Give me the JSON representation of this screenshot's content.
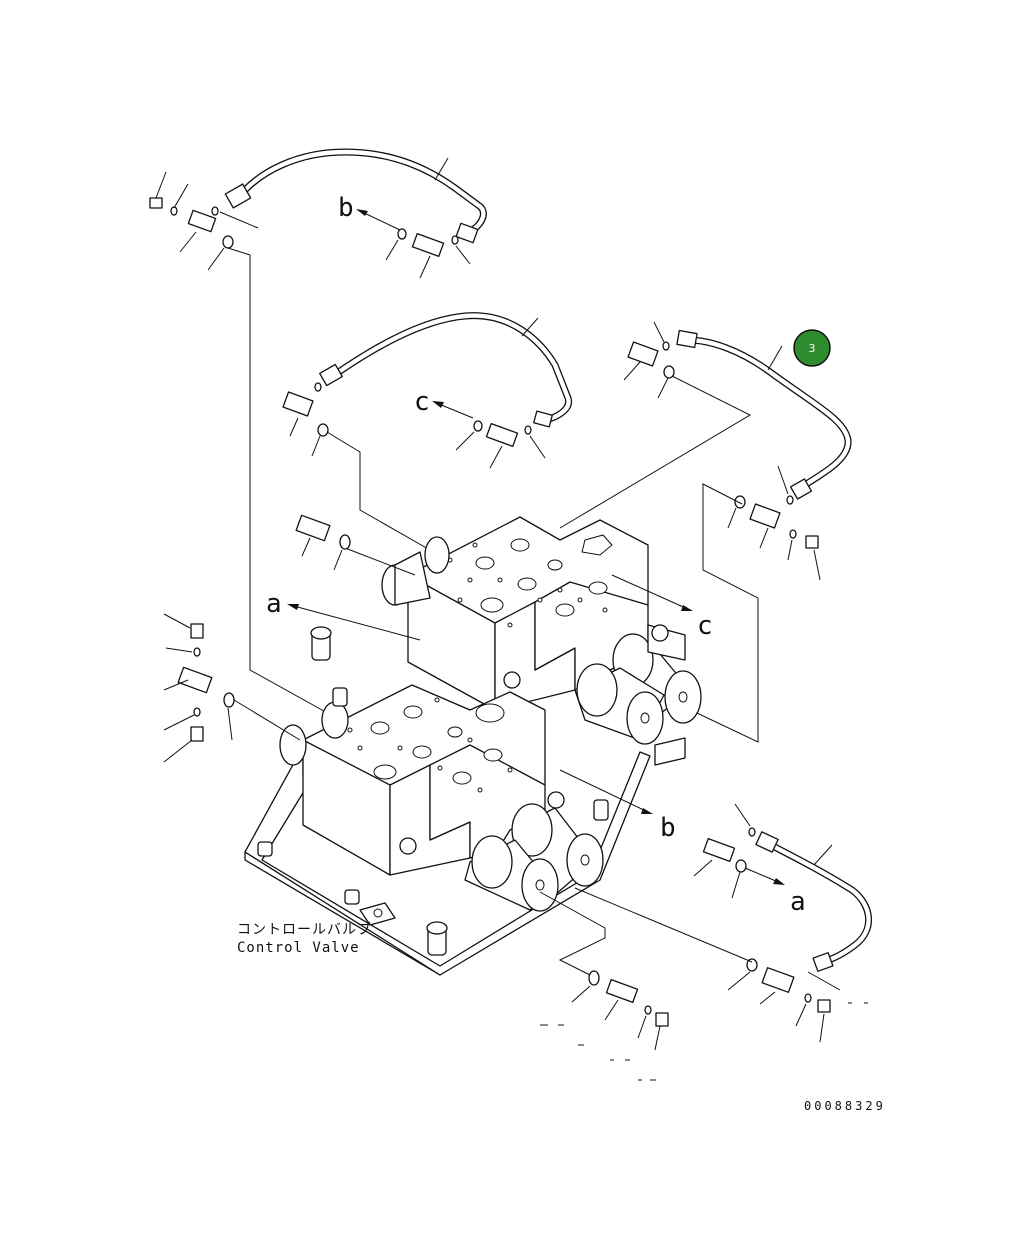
{
  "caption_jp": "コントロールバルブ",
  "caption_en": "Control Valve",
  "drawing_number": "00088329",
  "callout": {
    "number": "3",
    "color": "#2e8b2e"
  },
  "section_labels": {
    "a": "a",
    "b": "b",
    "c": "c"
  }
}
